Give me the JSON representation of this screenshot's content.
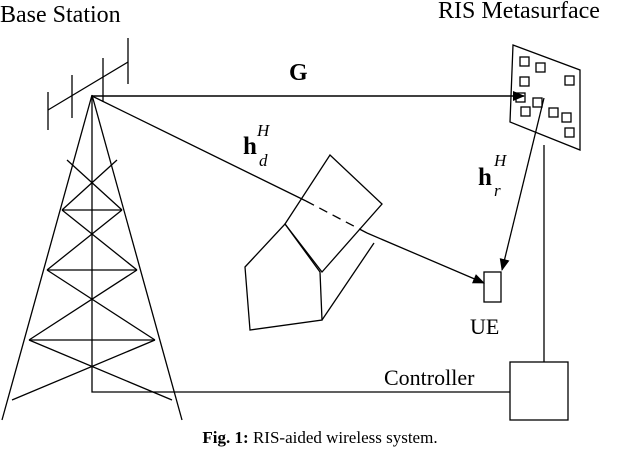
{
  "labels": {
    "base_station": "Base Station",
    "ris": "RIS Metasurface",
    "g": "G",
    "hd_main": "h",
    "hd_sup": "H",
    "hd_sub": "d",
    "hr_main": "h",
    "hr_sup": "H",
    "hr_sub": "r",
    "ue": "UE",
    "controller": "Controller"
  },
  "caption": {
    "prefix": "Fig. 1:",
    "text": "RIS-aided wireless system."
  }
}
